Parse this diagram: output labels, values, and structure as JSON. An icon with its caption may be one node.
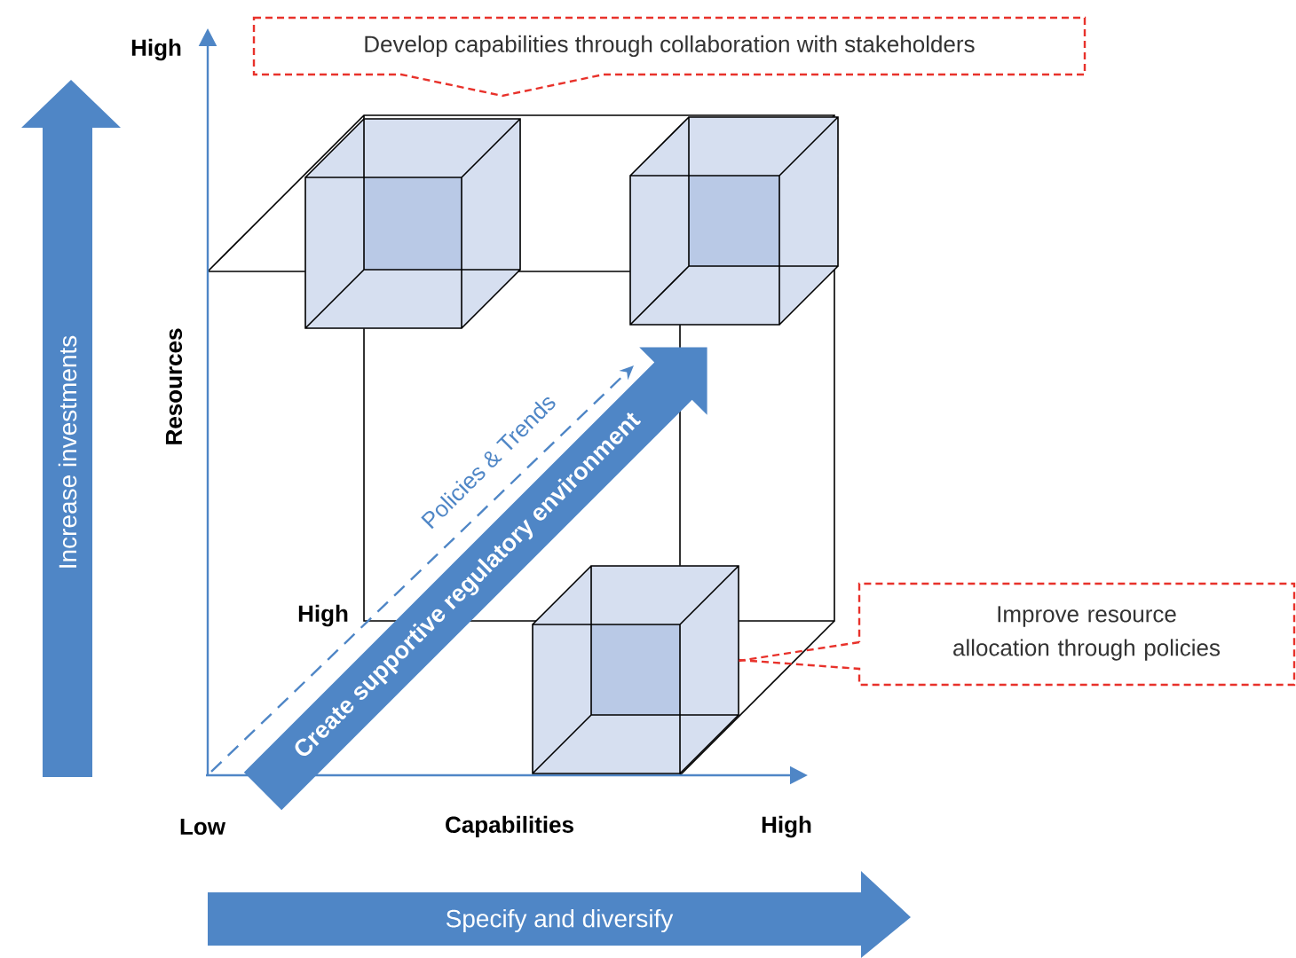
{
  "diagram": {
    "nodes": [
      {
        "text": [
          "Develop capabilities through collaboration with stakeholders"
        ]
      },
      {
        "text": [
          "Increase investments"
        ]
      },
      {
        "text": [],
        "shape": "box"
      },
      {
        "text": [],
        "shape": "box"
      },
      {
        "text": [
          "Create supportive regulatory environment"
        ]
      },
      {
        "text": [
          "Improve resource allocation through policies"
        ]
      },
      {
        "text": [],
        "shape": "box"
      },
      {
        "text": [
          "Specify and diversify"
        ]
      }
    ],
    "edges": [
      {
        "from": 5,
        "to": 6,
        "arrow": "none",
        "style": "dashed",
        "color": "#e8322b"
      }
    ],
    "labels": [
      "High",
      "Resources",
      "High",
      "Low",
      "Capabilities",
      "High",
      "Policies & Trends"
    ]
  }
}
